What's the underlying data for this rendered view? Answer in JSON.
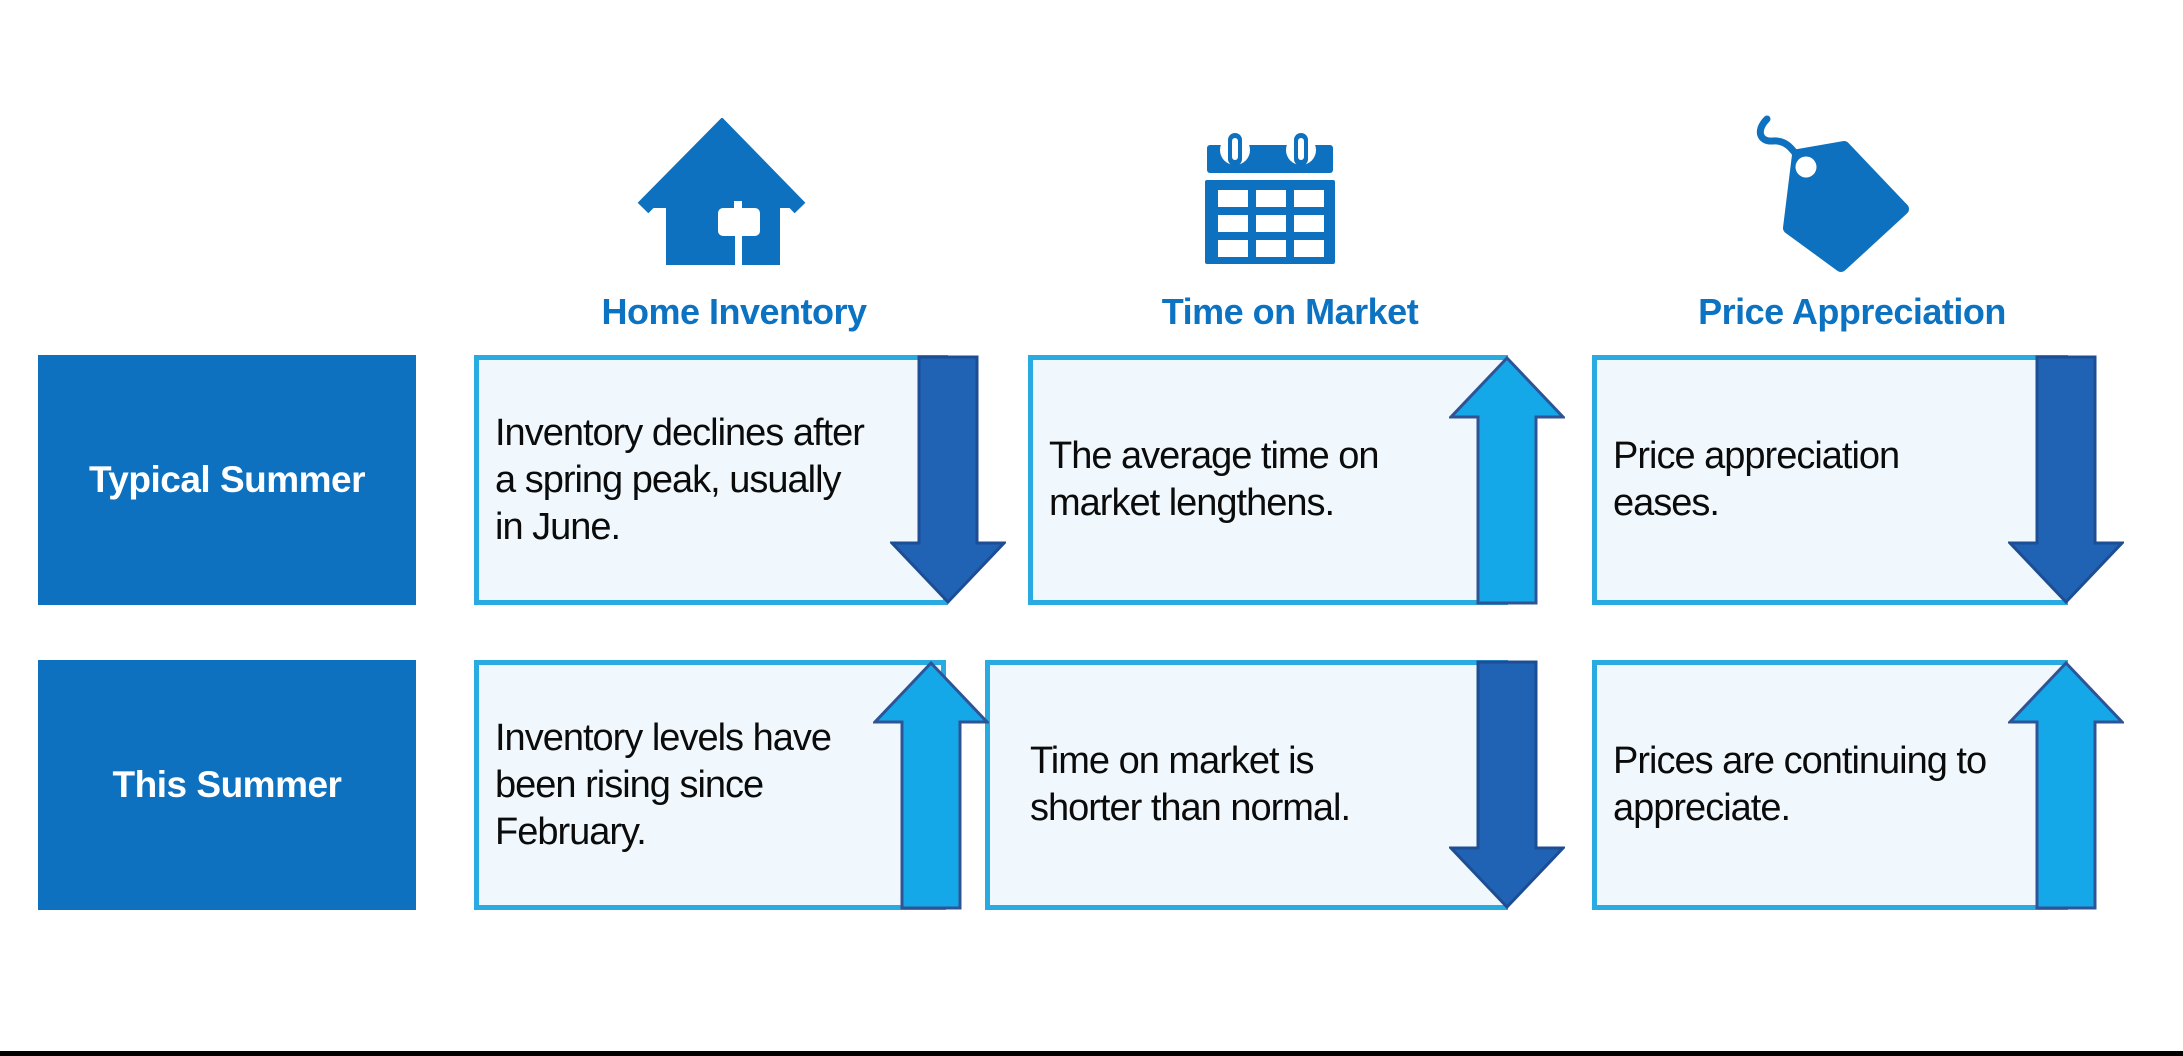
{
  "palette": {
    "brand_blue": "#0D71BF",
    "header_text_blue": "#0C72C2",
    "cell_border_blue": "#29ABE2",
    "cell_fill": "#F0F8FD",
    "arrow_dark_blue": "#2062B4",
    "arrow_dark_stroke": "#1D4E94",
    "arrow_light_blue": "#14A8E8",
    "arrow_light_stroke": "#2F5496",
    "label_text": "#FFFFFF",
    "body_text": "#0B0B0B",
    "bottom_rule": "#000000",
    "background": "#FFFFFF"
  },
  "columns": [
    {
      "header": "Home Inventory",
      "icon": "house-icon"
    },
    {
      "header": "Time on Market",
      "icon": "calendar-icon"
    },
    {
      "header": "Price Appreciation",
      "icon": "price-tag-icon"
    }
  ],
  "rows": [
    {
      "label": "Typical Summer",
      "cells": [
        {
          "text": "Inventory declines after\na spring peak, usually\nin June.",
          "trend": "down"
        },
        {
          "text": "The average time on\nmarket lengthens.",
          "trend": "up"
        },
        {
          "text": "Price appreciation\neases.",
          "trend": "down"
        }
      ]
    },
    {
      "label": "This Summer",
      "cells": [
        {
          "text": "Inventory levels have\nbeen rising since\nFebruary.",
          "trend": "up"
        },
        {
          "text": "Time on market is\nshorter than normal.",
          "trend": "down"
        },
        {
          "text": "Prices are continuing to\nappreciate.",
          "trend": "up"
        }
      ]
    }
  ]
}
